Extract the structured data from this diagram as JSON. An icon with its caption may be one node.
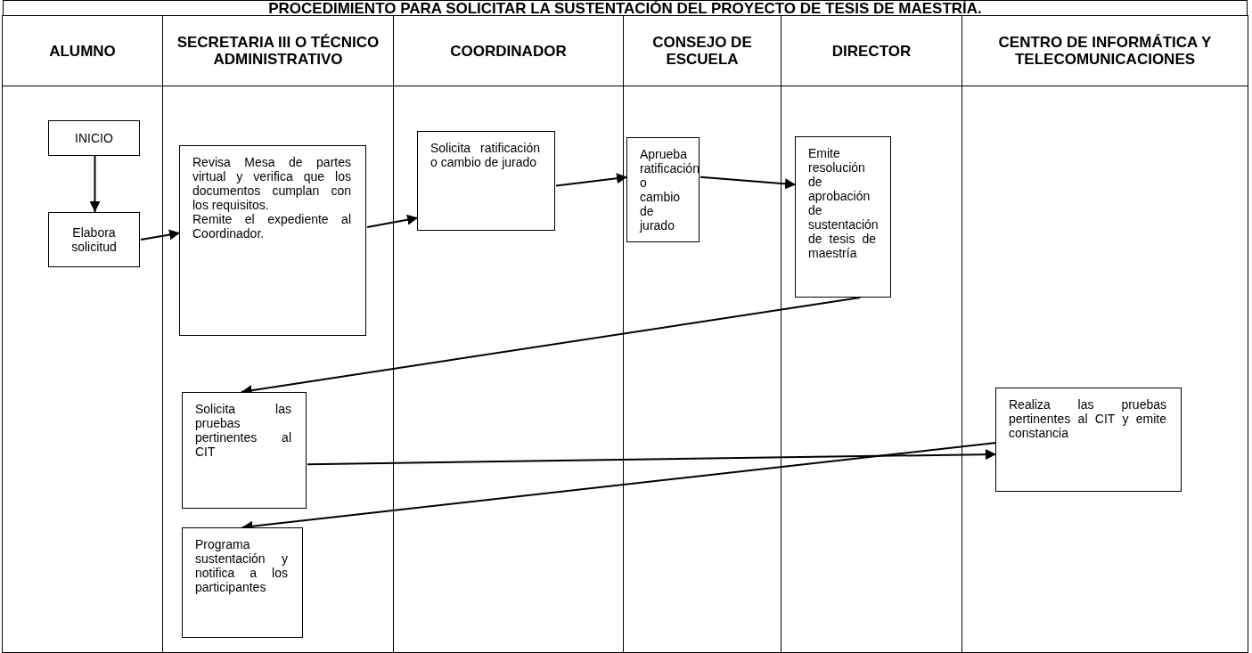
{
  "diagram": {
    "title": "PROCEDIMIENTO PARA SOLICITAR LA SUSTENTACIÓN DEL PROYECTO DE TESIS DE MAESTRÍA.",
    "nodes": [
      {
        "text": [
          "ALUMNO"
        ]
      },
      {
        "text": [
          "SECRETARIA III O TÉCNICO ADMINISTRATIVO"
        ]
      },
      {
        "text": [
          "COORDINADOR"
        ]
      },
      {
        "text": [
          "CONSEJO DE ESCUELA"
        ]
      },
      {
        "text": [
          "DIRECTOR"
        ]
      },
      {
        "text": [
          "CENTRO DE INFORMÁTICA Y TELECOMUNICACIONES"
        ]
      },
      {
        "text": [
          "INICIO"
        ],
        "in": 0
      },
      {
        "text": [
          "Elabora solicitud"
        ],
        "in": 0
      },
      {
        "text": [
          "Revisa Mesa de partes virtual y verifica que los documentos cumplan con los requisitos.",
          "Remite el expediente al Coordinador."
        ],
        "in": 1
      },
      {
        "text": [
          "Solicita ratificación o cambio de jurado"
        ],
        "in": 2
      },
      {
        "text": [
          "Aprueba ratificación o cambio de jurado"
        ],
        "in": 3
      },
      {
        "text": [
          "Emite resolución de aprobación de sustentación de tesis de maestría"
        ],
        "in": 4
      },
      {
        "text": [
          "Solicita las pruebas pertinentes al CIT"
        ],
        "in": 1
      },
      {
        "text": [
          "Realiza las pruebas pertinentes al CIT y emite constancia"
        ],
        "in": 5
      },
      {
        "text": [
          "Programa sustentación y notifica a los participantes"
        ],
        "in": 1
      }
    ],
    "edges": [
      {
        "from": 6,
        "to": 7,
        "arrow": "to"
      },
      {
        "from": 7,
        "to": 8,
        "arrow": "to"
      },
      {
        "from": 8,
        "to": 9,
        "arrow": "to"
      },
      {
        "from": 9,
        "to": 10,
        "arrow": "to"
      },
      {
        "from": 10,
        "to": 11,
        "arrow": "to"
      },
      {
        "from": 11,
        "to": 12,
        "arrow": "to"
      },
      {
        "from": 12,
        "to": 13,
        "arrow": "to"
      },
      {
        "from": 13,
        "to": 14,
        "arrow": "to"
      }
    ]
  }
}
